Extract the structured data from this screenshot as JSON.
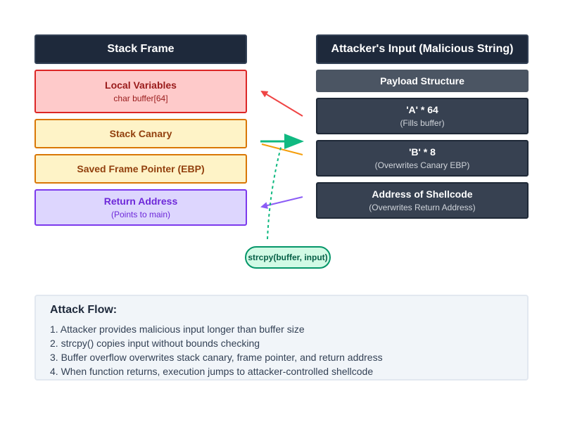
{
  "stack": {
    "title": "Stack Frame",
    "local_vars": {
      "label": "Local Variables",
      "detail": "char buffer[64]"
    },
    "canary": {
      "label": "Stack Canary"
    },
    "saved_fp": {
      "label": "Saved Frame Pointer (EBP)"
    },
    "return_addr": {
      "label": "Return Address",
      "detail": "(Points to main)"
    }
  },
  "attacker": {
    "title": "Attacker's Input (Malicious String)",
    "payload_header": "Payload Structure",
    "payloads": [
      {
        "label": "'A' * 64",
        "detail": "(Fills buffer)"
      },
      {
        "label": "'B' * 8",
        "detail": "(Overwrites Canary EBP)"
      },
      {
        "label": "Address of Shellcode",
        "detail": "(Overwrites Return Address)"
      }
    ]
  },
  "function_call": "strcpy(buffer, input)",
  "attack_flow": {
    "title": "Attack Flow:",
    "steps": [
      "1. Attacker provides malicious input longer than buffer size",
      "2. strcpy() copies input without bounds checking",
      "3. Buffer overflow overwrites stack canary, frame pointer, and return address",
      "4. When function returns, execution jumps to attacker-controlled shellcode"
    ]
  },
  "colors": {
    "arrow_to_locals": "#ef4444",
    "arrow_to_canary": "#10b981",
    "arrow_to_canary_orange": "#f59e0b",
    "arrow_to_return": "#8b5cf6",
    "strcpy_dashed": "#10b981"
  }
}
